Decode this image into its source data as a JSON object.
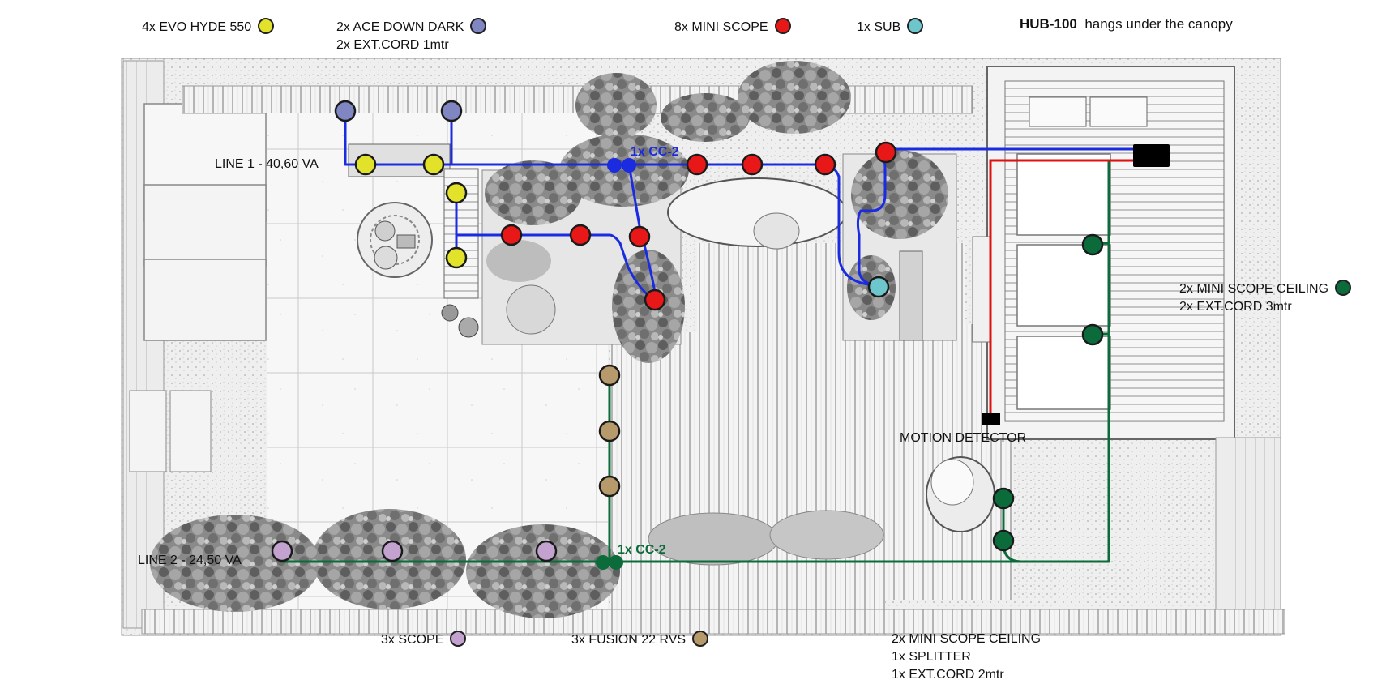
{
  "legend": {
    "evo_hyde": {
      "text": "4x EVO HYDE 550",
      "color": "#e2e22a"
    },
    "ace_down": {
      "text": "2x ACE DOWN DARK",
      "sub": "2x EXT.CORD 1mtr",
      "color": "#7f86c2"
    },
    "mini_scope": {
      "text": "8x MINI SCOPE",
      "color": "#e81818"
    },
    "sub": {
      "text": "1x SUB",
      "color": "#6cc6cc"
    },
    "hub": {
      "bold": "HUB-100",
      "text": "hangs under the canopy"
    },
    "ceiling_right": {
      "line1": "2x MINI SCOPE CEILING",
      "line2": "2x EXT.CORD 3mtr",
      "color": "#0c6b3a"
    },
    "scope": {
      "text": "3x SCOPE",
      "color": "#c3a2cf"
    },
    "fusion": {
      "text": "3x FUSION 22 RVS",
      "color": "#b79a6c"
    },
    "ceiling_bottom": {
      "line1": "2x MINI SCOPE CEILING",
      "line2": "1x SPLITTER",
      "line3": "1x EXT.CORD 2mtr"
    }
  },
  "plan": {
    "line1_label": "LINE 1 - 40,60 VA",
    "line2_label": "LINE 2 - 24,50 VA",
    "cc2_top": "1x CC-2",
    "cc2_bottom": "1x CC-2",
    "motion_detector": "MOTION DETECTOR",
    "colors": {
      "line1": "#1a2be0",
      "line2": "#0c6b3a",
      "hub_line": "#e01010",
      "hub": "#000000"
    }
  }
}
